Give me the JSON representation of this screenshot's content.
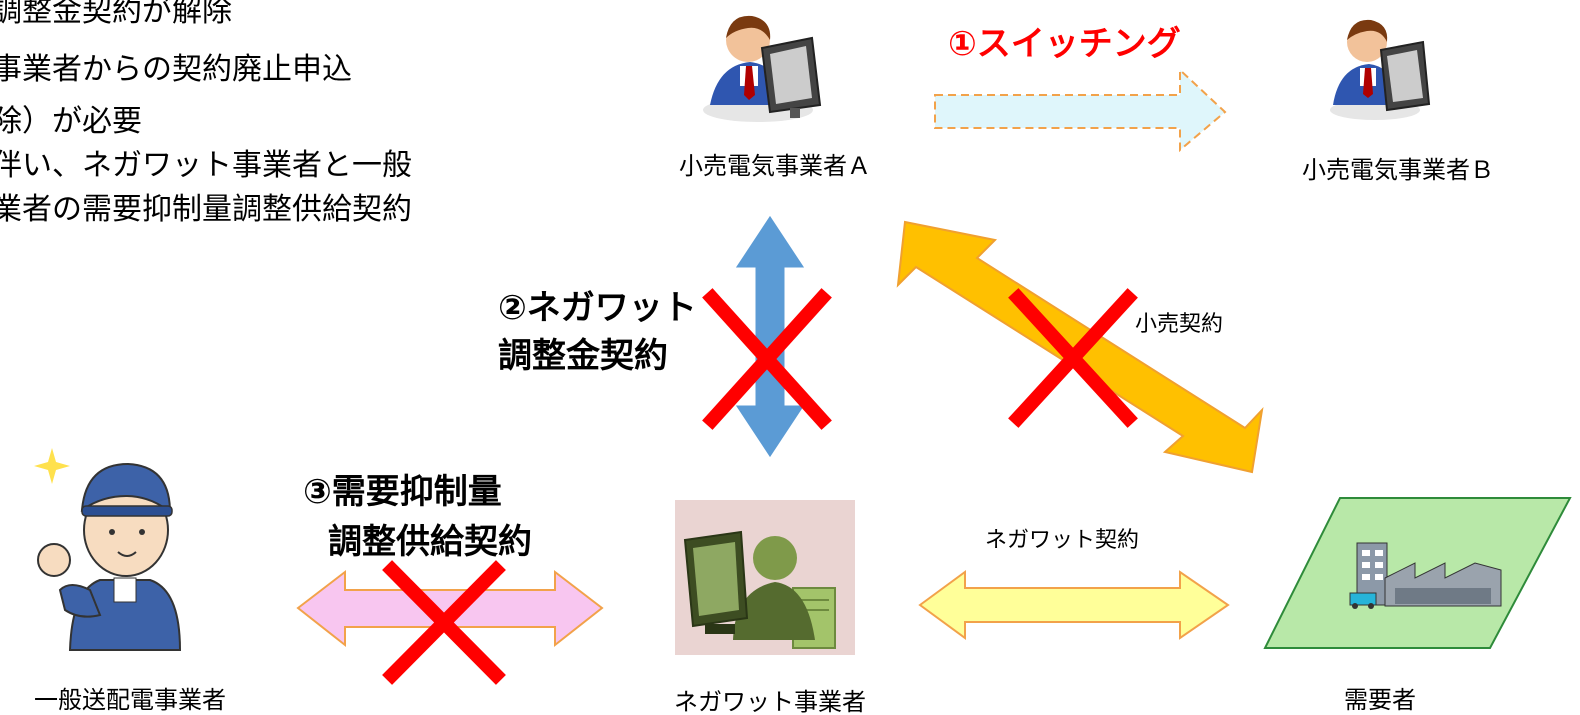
{
  "left_text": [
    "調整金契約が解除",
    "事業者からの契約廃止申込",
    "除）が必要",
    "伴い、ネガワット事業者と一般",
    "業者の需要抑制量調整供給契約"
  ],
  "nodes": {
    "retailer_a": "小売電気事業者Ａ",
    "retailer_b": "小売電気事業者Ｂ",
    "general_td": "一般送配電事業者",
    "negawatt_operator": "ネガワット事業者",
    "consumer": "需要者"
  },
  "steps": {
    "switching": "①スイッチング",
    "negawatt_adjustment_line1": "②ネガワット",
    "negawatt_adjustment_line2": "調整金契約",
    "supply_contract_line1": "③需要抑制量",
    "supply_contract_line2": "調整供給契約"
  },
  "links": {
    "retail_contract": "小売契約",
    "negawatt_contract": "ネガワット契約"
  },
  "colors": {
    "switching_text": "#ff0000",
    "switch_arrow_fill": "#dff6fb",
    "switch_arrow_stroke": "#f2a24a",
    "blue_arrow": "#5b9bd5",
    "orange_arrow": "#ffc000",
    "orange_arrow_stroke": "#f0a030",
    "pink_arrow": "#f8c6f0",
    "pink_arrow_stroke": "#f2a24a",
    "yellow_arrow": "#ffff99",
    "yellow_arrow_stroke": "#f2a24a",
    "cross": "#ff0000",
    "consumer_ground": "#b8e8a8"
  },
  "icons": [
    "person-at-computer-icon",
    "worker-icon",
    "operator-icon",
    "factory-icon",
    "cross-icon"
  ]
}
